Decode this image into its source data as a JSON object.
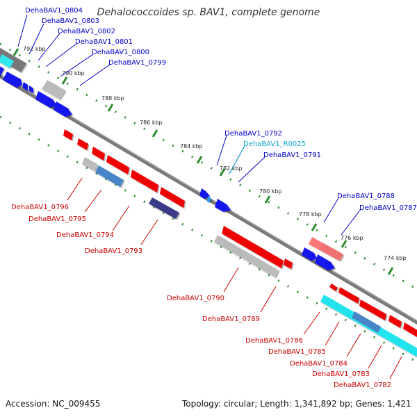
{
  "title": "Dehalococcoides sp. BAV1, complete genome",
  "accession": "Accession: NC_009455",
  "topology": "Topology: circular; Length: 1,341,892 bp; Genes: 1,421",
  "colors": {
    "forward": "#0000ff",
    "reverse": "#ff0000",
    "rna_forward": "#22ccdd",
    "backbone": "#808080",
    "tick": "#2e8b2e",
    "label_forward": "#0000cc",
    "label_reverse": "#cc0000",
    "label_rna": "#11aacc"
  },
  "kbp_labels": [
    "792 kbp",
    "790 kbp",
    "788 kbp",
    "786 kbp",
    "784 kbp",
    "782 kbp",
    "780 kbp",
    "778 kbp",
    "776 kbp",
    "774 kbp"
  ],
  "top_labels": [
    "DehaBAV1_0804",
    "DehaBAV1_0803",
    "DehaBAV1_0802",
    "DehaBAV1_0801",
    "DehaBAV1_0800",
    "DehaBAV1_0799",
    "DehaBAV1_0792",
    "DehaBAV1_R0025",
    "DehaBAV1_0791",
    "DehaBAV1_0788",
    "DehaBAV1_0787"
  ],
  "bottom_labels": [
    "DehaBAV1_0796",
    "DehaBAV1_0795",
    "DehaBAV1_0794",
    "DehaBAV1_0793",
    "DehaBAV1_0790",
    "DehaBAV1_0789",
    "DehaBAV1_0786",
    "DehaBAV1_0785",
    "DehaBAV1_0784",
    "DehaBAV1_0783",
    "DehaBAV1_0782"
  ]
}
